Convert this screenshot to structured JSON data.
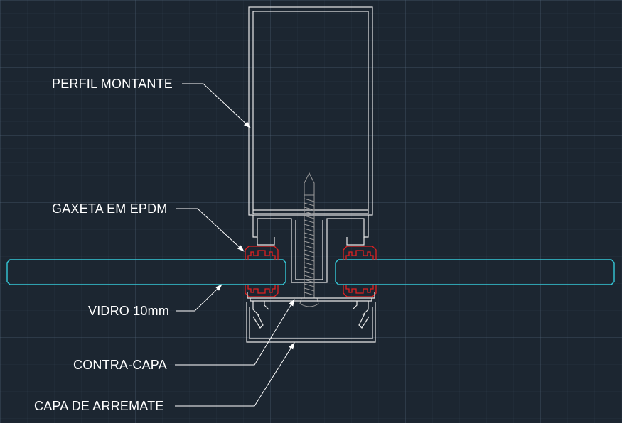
{
  "labels": {
    "perfil_montante": "PERFIL MONTANTE",
    "gaxeta": "GAXETA EM EPDM",
    "vidro": "VIDRO 10mm",
    "contra_capa": "CONTRA-CAPA",
    "capa_arremate": "CAPA DE ARREMATE"
  },
  "colors": {
    "background": "#1c2631",
    "profile": "#e8e8e8",
    "gasket": "#e02020",
    "glass": "#35c8d8",
    "screw": "#9a9a9a",
    "text": "#ffffff"
  }
}
